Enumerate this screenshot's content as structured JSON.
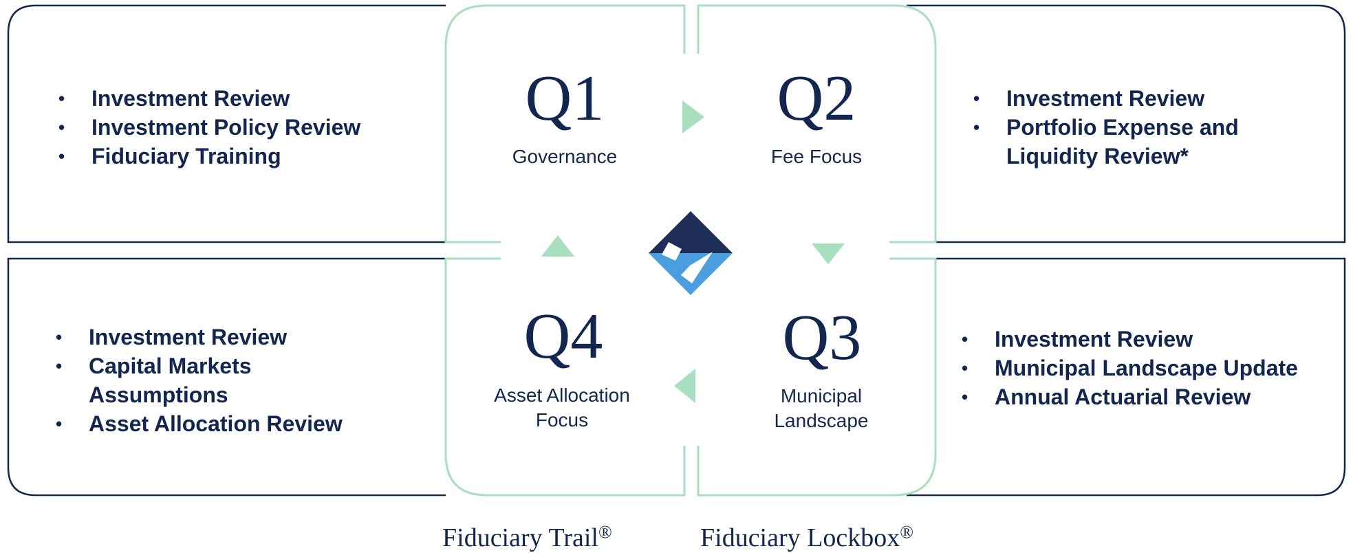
{
  "colors": {
    "navy": "#12264f",
    "mint": "#a8dfbf",
    "logo_light_blue": "#4a9ee0",
    "logo_dark_blue": "#1e2c58"
  },
  "panels": {
    "top_left": {
      "items": [
        "Investment Review",
        "Investment Policy Review",
        "Fiduciary Training"
      ]
    },
    "top_right": {
      "items": [
        "Investment Review",
        "Portfolio Expense and Liquidity Review*"
      ]
    },
    "bottom_left": {
      "items": [
        "Investment Review",
        "Capital Markets Assumptions",
        "Asset Allocation Review"
      ]
    },
    "bottom_right": {
      "items": [
        "Investment Review",
        "Municipal Landscape Update",
        "Annual Actuarial Review"
      ]
    }
  },
  "quarters": {
    "q1": {
      "label": "Q1",
      "subtitle": "Governance"
    },
    "q2": {
      "label": "Q2",
      "subtitle": "Fee Focus"
    },
    "q3": {
      "label": "Q3",
      "subtitle_line1": "Municipal",
      "subtitle_line2": "Landscape"
    },
    "q4": {
      "label": "Q4",
      "subtitle_line1": "Asset Allocation",
      "subtitle_line2": "Focus"
    }
  },
  "captions": {
    "left": "Fiduciary Trail",
    "right": "Fiduciary Lockbox",
    "mark": "®"
  },
  "icons": {
    "center": "fiducient-logo-icon",
    "arrows": [
      "arrow-right-icon",
      "arrow-down-icon",
      "arrow-left-icon",
      "arrow-up-icon"
    ]
  }
}
